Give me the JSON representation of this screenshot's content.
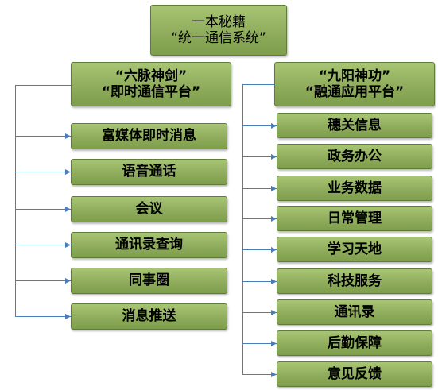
{
  "root": {
    "line1": "一本秘籍",
    "line2": "“统一通信系统”"
  },
  "left_branch": {
    "line1": "“六脉神剑”",
    "line2": "“即时通信平台”",
    "items": [
      "富媒体即时消息",
      "语音通话",
      "会议",
      "通讯录查询",
      "同事圈",
      "消息推送"
    ]
  },
  "right_branch": {
    "line1": "“九阳神功”",
    "line2": "“融通应用平台”",
    "items": [
      "穗关信息",
      "政务办公",
      "业务数据",
      "日常管理",
      "学习天地",
      "科技服务",
      "通讯录",
      "后勤保障",
      "意见反馈"
    ]
  },
  "colors": {
    "box_fill": "#8fad5c",
    "box_border": "#5f7d38",
    "connector": "#4a7ebb"
  }
}
